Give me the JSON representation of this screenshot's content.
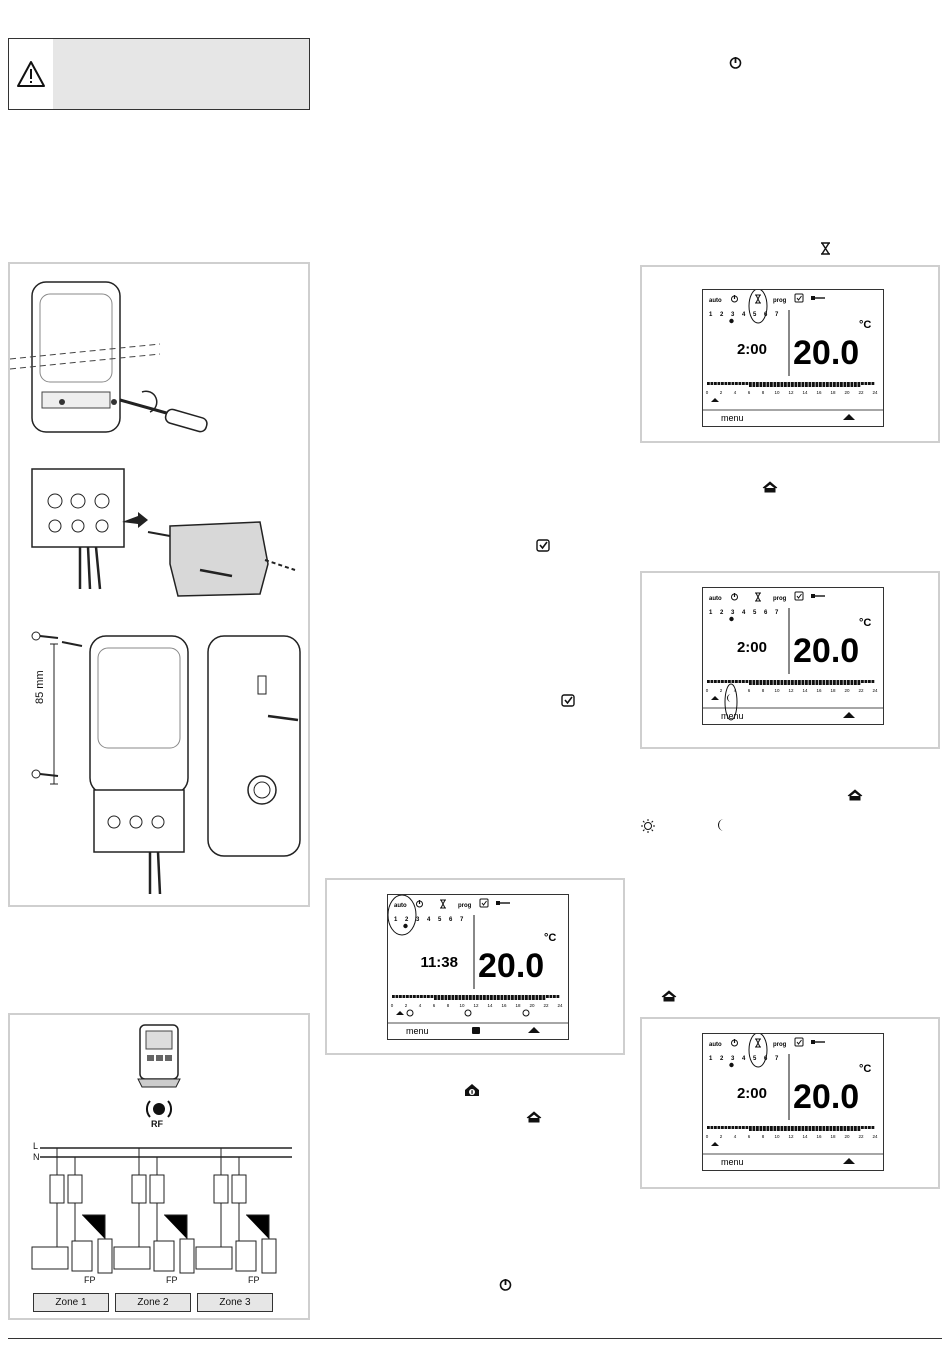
{
  "warning": {
    "icon": "warning-icon"
  },
  "install": {
    "dimension_label": "85 mm"
  },
  "wiring": {
    "rf_label": "RF",
    "line_L": "L",
    "line_N": "N",
    "fp_label": "FP",
    "zones": [
      "Zone 1",
      "Zone 2",
      "Zone 3"
    ]
  },
  "lcd_common": {
    "auto": "auto",
    "prog": "prog",
    "days": [
      "1",
      "2",
      "3",
      "4",
      "5",
      "6",
      "7"
    ],
    "temperature": "20.0",
    "unit": "°C",
    "menu": "menu",
    "hour_ticks": [
      "0",
      "2",
      "4",
      "6",
      "8",
      "10",
      "12",
      "14",
      "16",
      "18",
      "20",
      "22",
      "24"
    ]
  },
  "lcd_screens": [
    {
      "id": "timer-screen-1",
      "time": "2:00"
    },
    {
      "id": "timer-screen-2",
      "time": "2:00"
    },
    {
      "id": "auto-screen",
      "time": "11:38"
    },
    {
      "id": "timer-screen-3",
      "time": "2:00"
    }
  ],
  "inline_icons": {
    "power": "power-icon",
    "hourglass": "hourglass-icon",
    "comfort": "comfort-house-icon",
    "check": "check-box-icon",
    "sun": "sun-icon",
    "moon": "moon-icon",
    "zone1": "house-1-icon"
  },
  "colors": {
    "panel_border": "#cfcfcf",
    "warning_bg": "#e6e6e6"
  }
}
